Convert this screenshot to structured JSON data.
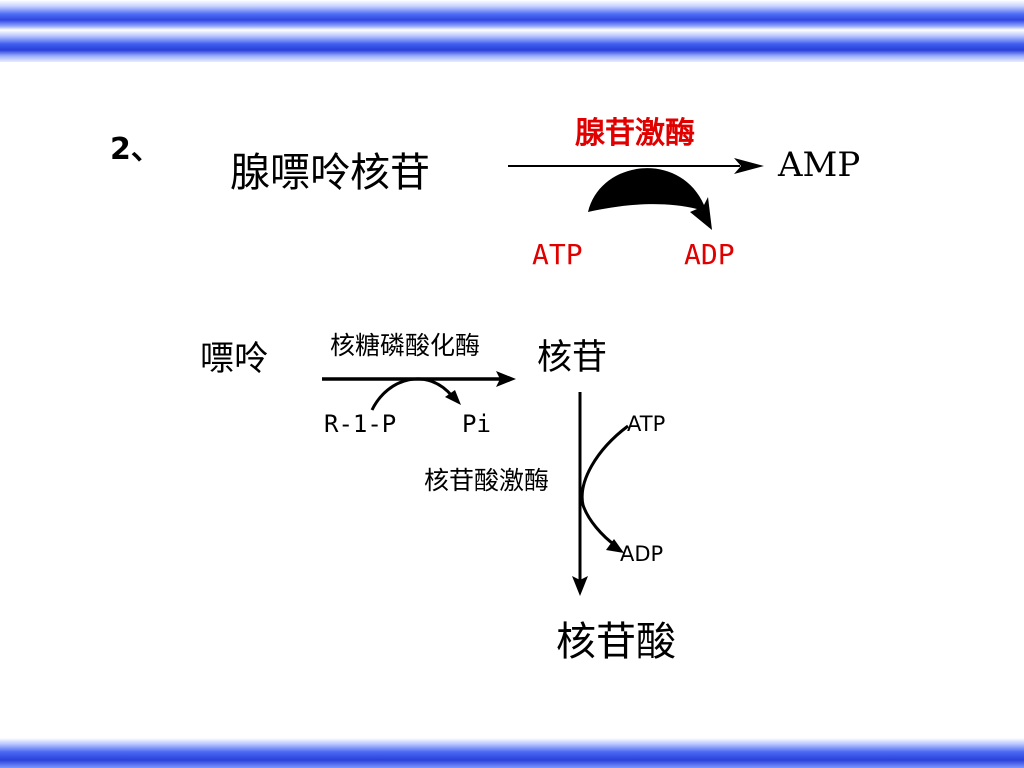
{
  "item_number": "2、",
  "reaction1": {
    "substrate": "腺嘌呤核苷",
    "enzyme": "腺苷激酶",
    "product": "AMP",
    "cofactor_in": "ATP",
    "cofactor_out": "ADP"
  },
  "reaction2": {
    "substrate": "嘌呤",
    "enzyme": "核糖磷酸化酶",
    "product": "核苷",
    "cofactor_in": "R-1-P",
    "cofactor_out": "Pi"
  },
  "reaction3": {
    "enzyme": "核苷酸激酶",
    "product": "核苷酸",
    "cofactor_in": "ATP",
    "cofactor_out": "ADP"
  },
  "colors": {
    "accent_red": "#e00000",
    "band_blue": "#2f47e0"
  }
}
